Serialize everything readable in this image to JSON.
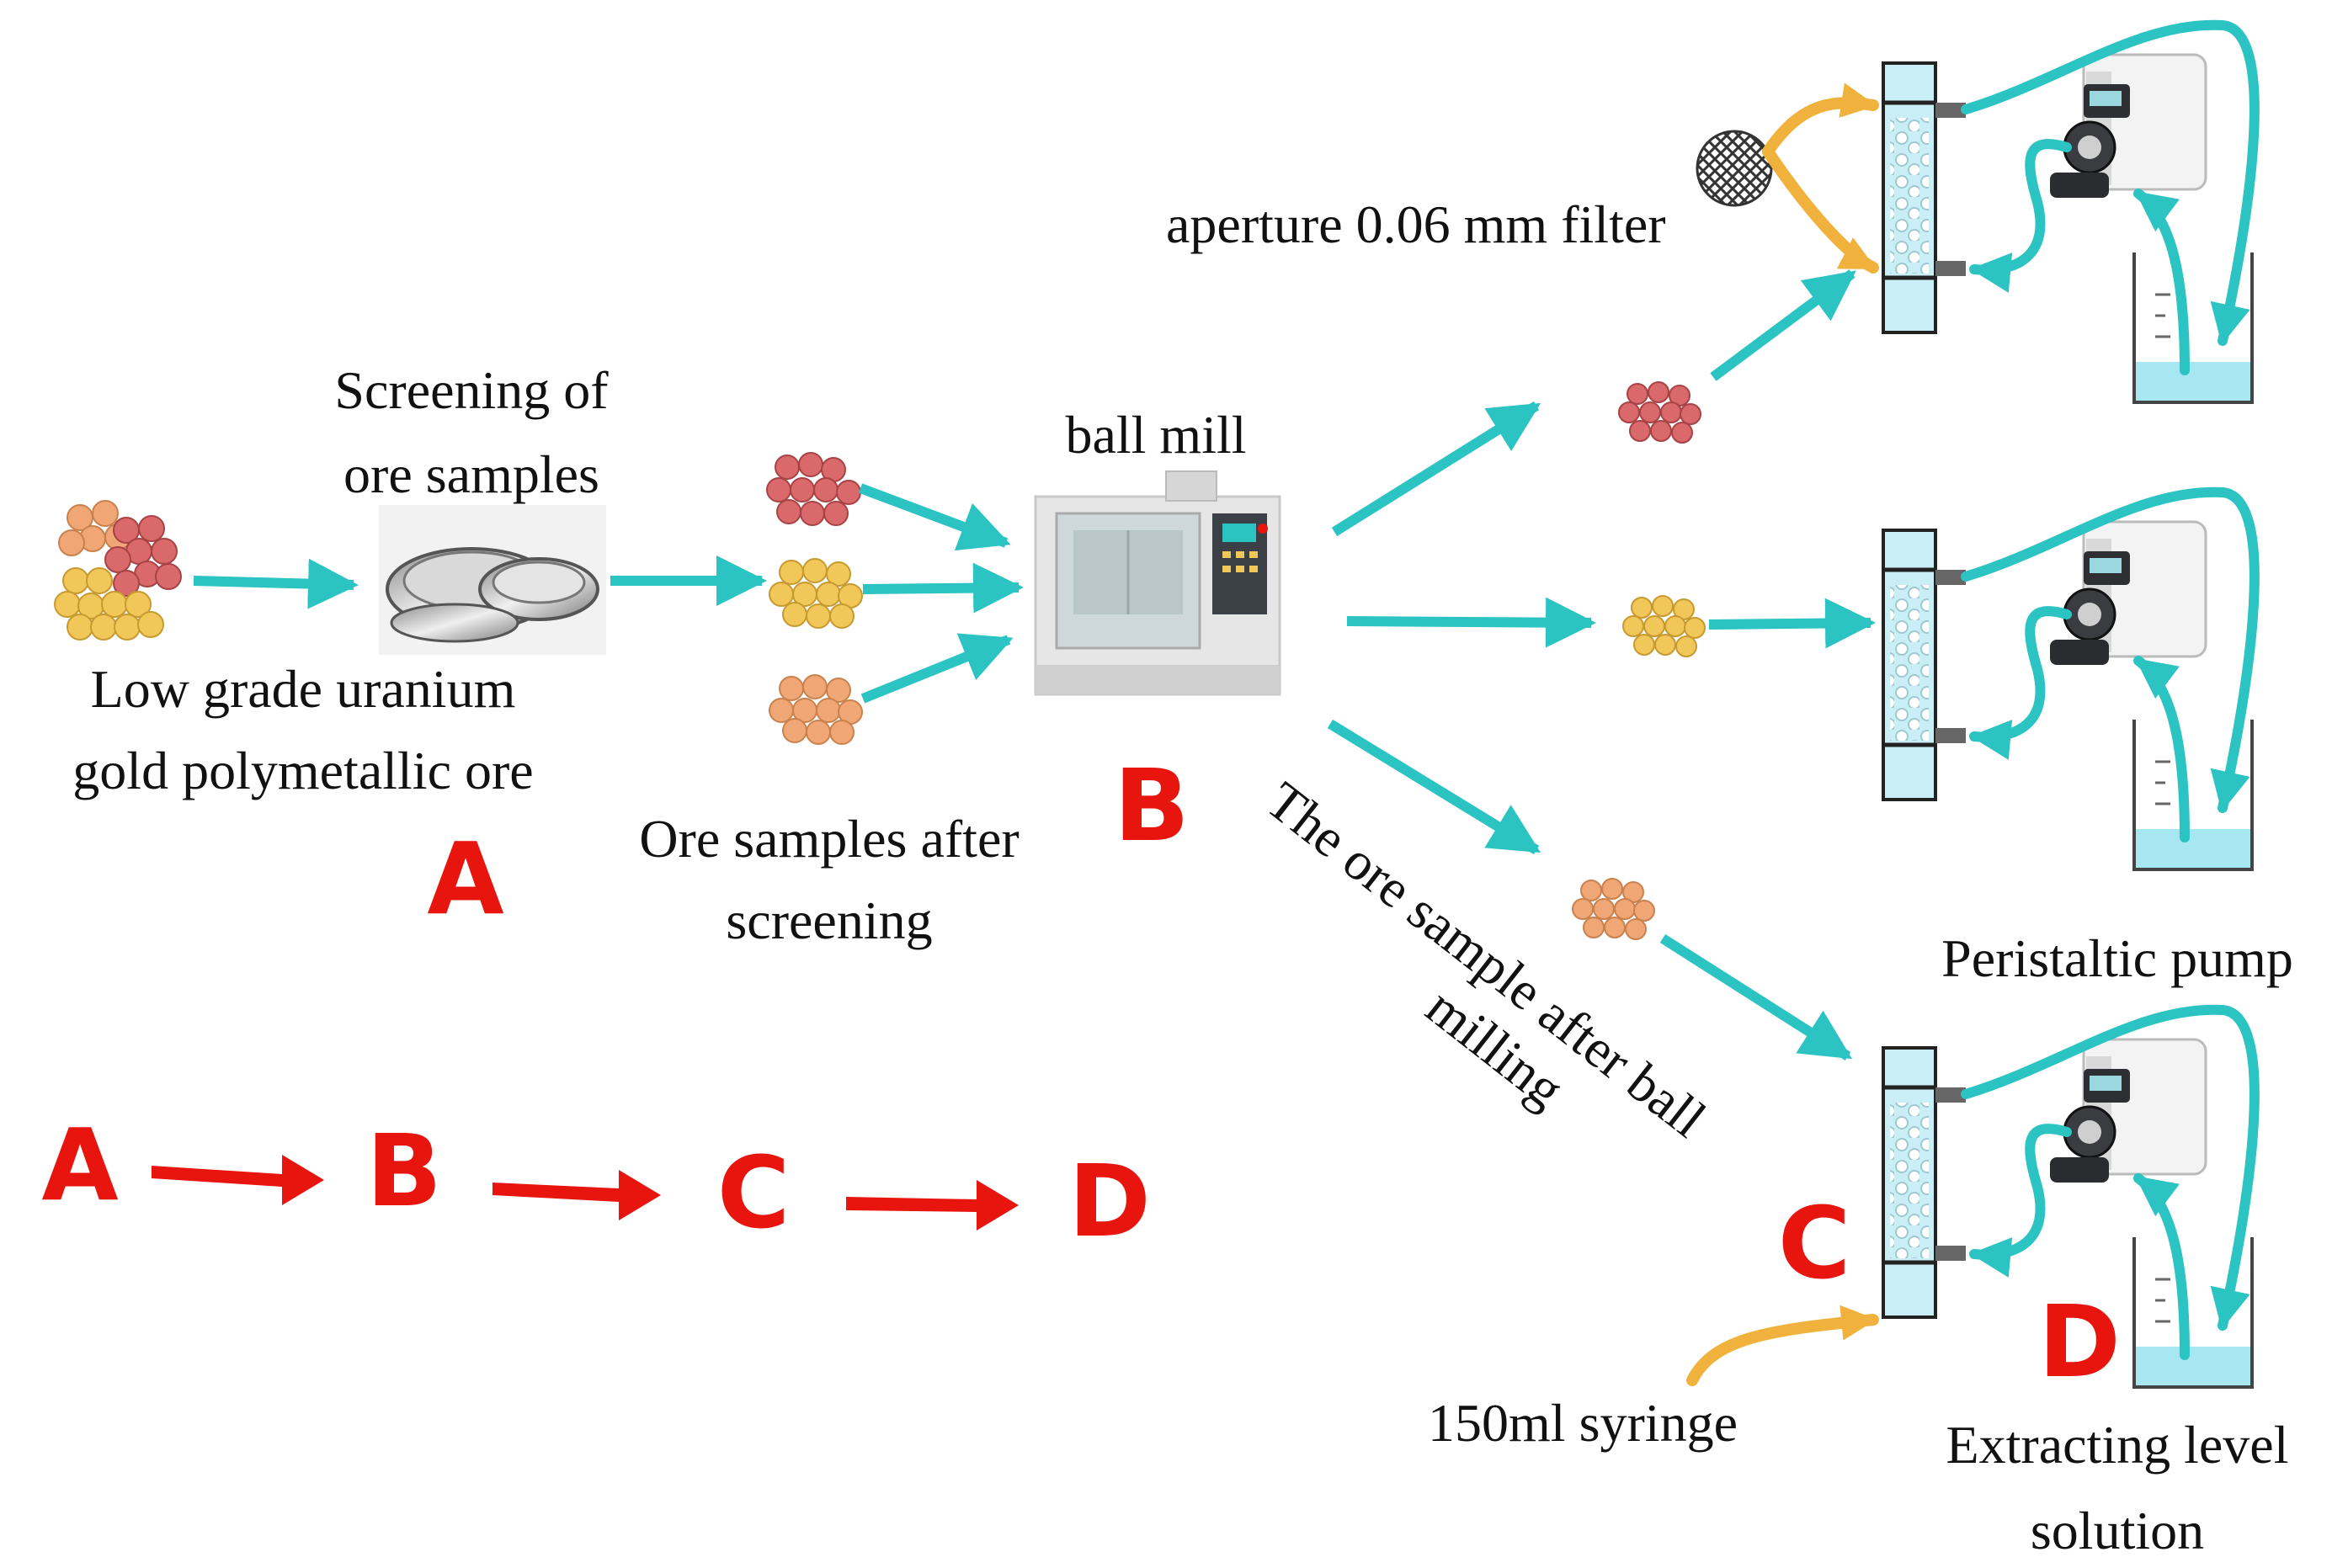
{
  "colors": {
    "flow_arrow": "#2cc3c3",
    "accent_red": "#e8150f",
    "tube_orange": "#f0b23c",
    "column_fill": "#c9eef5",
    "ore_red": "#d9696a",
    "ore_yellow": "#f2c75a",
    "ore_peach": "#f0a675",
    "liquid": "#a6e7f2"
  },
  "labels": {
    "screening_l1": "Screening of",
    "screening_l2": "ore samples",
    "raw_ore_l1": "Low grade uranium",
    "raw_ore_l2": "gold polymetallic ore",
    "after_screening_l1": "Ore samples after",
    "after_screening_l2": "screening",
    "ball_mill": "ball mill",
    "filter": "aperture 0.06 mm filter",
    "after_milling_l1": "The ore sample after ball",
    "after_milling_l2": "milling",
    "pump": "Peristaltic pump",
    "syringe": "150ml syringe",
    "solution_l1": "Extracting level",
    "solution_l2": "solution"
  },
  "stages": {
    "a": "A",
    "b": "B",
    "c": "C",
    "d": "D"
  },
  "sequence": [
    "A",
    "B",
    "C",
    "D"
  ],
  "icons": [
    "ore-pile-icon",
    "sieve-icon",
    "ball-mill-icon",
    "filter-mesh-icon",
    "leaching-column-icon",
    "peristaltic-pump-icon",
    "beaker-icon",
    "syringe-tube-icon"
  ]
}
